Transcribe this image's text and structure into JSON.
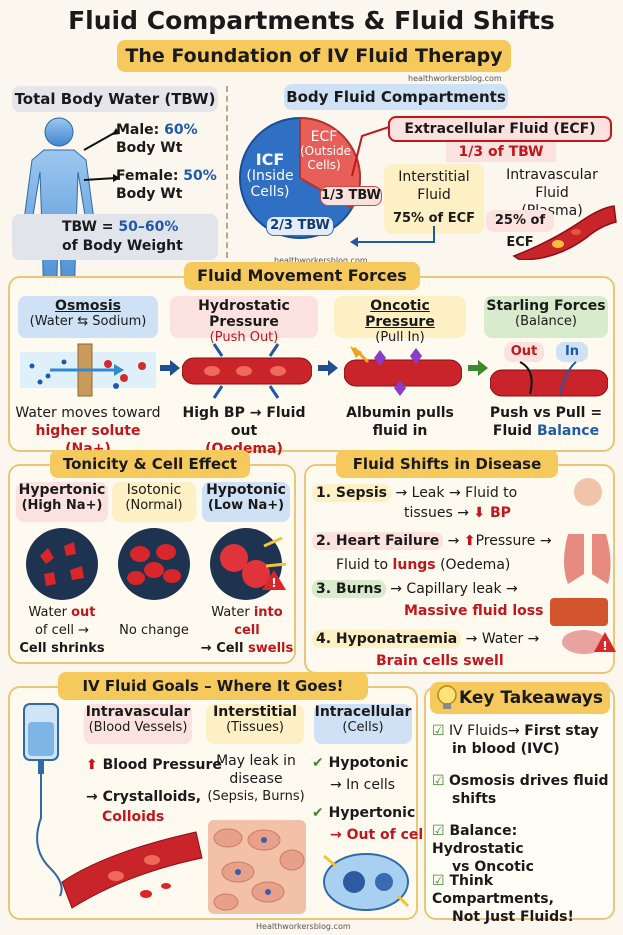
{
  "header": {
    "title": "Fluid Compartments & Fluid Shifts",
    "subtitle": "The Foundation of IV Fluid Therapy",
    "watermark_top": "healthworkersblog.com",
    "watermark_mid": "healthworkersblog.com",
    "footer": "Healthworkersblog.com"
  },
  "tbw": {
    "heading": "Total Body Water (TBW)",
    "male_label": "Male:",
    "male_value": "60%",
    "male_unit": "Body Wt",
    "female_label": "Female:",
    "female_value": "50%",
    "female_unit": "Body Wt",
    "summary_prefix": "TBW =",
    "summary_value": "50–60%",
    "summary_unit": "of Body Weight"
  },
  "compartments": {
    "heading": "Body Fluid Compartments",
    "icf_line1": "ICF",
    "icf_line2": "(Inside",
    "icf_line3": "Cells)",
    "icf_share": "2/3 TBW",
    "ecf_line1": "ECF",
    "ecf_line2": "(Outside",
    "ecf_line3": "Cells)",
    "ecf_share": "1/3 TBW",
    "ecf_box_title": "Extracellular Fluid (ECF)",
    "ecf_box_share": "1/3 of TBW",
    "interstitial_title": "Interstitial",
    "interstitial_title2": "Fluid",
    "interstitial_pct": "75%",
    "interstitial_of": "of ECF",
    "intravascular_title": "Intravascular Fluid",
    "intravascular_title2": "(Plasma)",
    "intravascular_pct": "25%",
    "intravascular_of": "of ECF"
  },
  "forces": {
    "heading": "Fluid Movement Forces",
    "items": [
      {
        "title": "Osmosis",
        "sub": "(Water ⇆ Sodium)",
        "line1": "Water moves toward",
        "line2": "higher solute (Na+)"
      },
      {
        "title": "Hydrostatic Pressure",
        "sub": "(Push Out)",
        "line1": "High BP → Fluid out",
        "line2": "(Oedema)"
      },
      {
        "title": "Oncotic Pressure",
        "sub": "(Pull In)",
        "line1": "Albumin pulls",
        "line2": "fluid in"
      },
      {
        "title": "Starling Forces",
        "sub": "(Balance)",
        "line1": "Push vs Pull =",
        "line2a": "Fluid ",
        "line2b": "Balance",
        "out_label": "Out",
        "in_label": "In"
      }
    ]
  },
  "tonicity": {
    "heading": "Tonicity & Cell Effect",
    "cols": [
      {
        "title": "Hypertonic",
        "sub": "(High Na+)",
        "l1a": "Water ",
        "l1b": "out",
        "l2": "of cell →",
        "l3": "Cell shrinks"
      },
      {
        "title": "Isotonic",
        "sub": "(Normal)",
        "l1": "No change"
      },
      {
        "title": "Hypotonic",
        "sub": "(Low Na+)",
        "l1a": "Water ",
        "l1b": "into cell",
        "l2a": "→ Cell ",
        "l2b": "swells"
      }
    ]
  },
  "disease": {
    "heading": "Fluid Shifts in Disease",
    "sepsis": {
      "label": "1. Sepsis",
      "t1": "Leak",
      "t2": "Fluid to",
      "t3": "tissues",
      "t4": "BP"
    },
    "hf": {
      "label": "2. Heart Failure",
      "t1": "Pressure",
      "t2a": "Fluid to ",
      "t2b": "lungs",
      "t2c": " (Oedema)"
    },
    "burns": {
      "label": "3. Burns",
      "t1": "Capillary leak",
      "t2": "Massive fluid loss"
    },
    "hypo": {
      "label": "4. Hyponatraemia",
      "t1": "Water",
      "t2": "Brain cells swell"
    }
  },
  "goals": {
    "heading": "IV Fluid Goals – Where It Goes!",
    "intravascular": {
      "title": "Intravascular",
      "sub": "(Blood Vessels)",
      "l1": "Blood Pressure",
      "l2": "Crystalloids,",
      "l3": "Colloids"
    },
    "interstitial": {
      "title": "Interstitial",
      "sub": "(Tissues)",
      "l1": "May leak in",
      "l2": "disease",
      "l3": "(Sepsis, Burns)"
    },
    "intracellular": {
      "title": "Intracellular",
      "sub": "(Cells)",
      "l1": "Hypotonic",
      "l2": "→ In cells",
      "l3": "Hypertonic",
      "l4": "→ Out of cells"
    }
  },
  "takeaways": {
    "heading": "Key Takeaways",
    "items": [
      {
        "a": "IV Fluids→ ",
        "b": "First stay",
        "c": "in blood (IVC)"
      },
      {
        "a": "Osmosis",
        "b": " drives fluid",
        "c": "shifts"
      },
      {
        "a": "Balance: Hydrostatic",
        "b": "",
        "c": "vs Oncotic"
      },
      {
        "a": "Think Compartments,",
        "b": "",
        "c": "Not Just Fluids!"
      }
    ]
  },
  "colors": {
    "accent_yellow": "#f6c95c",
    "blue": "#1f5aa8",
    "red": "#c0161c",
    "green": "#3c8a2e"
  }
}
